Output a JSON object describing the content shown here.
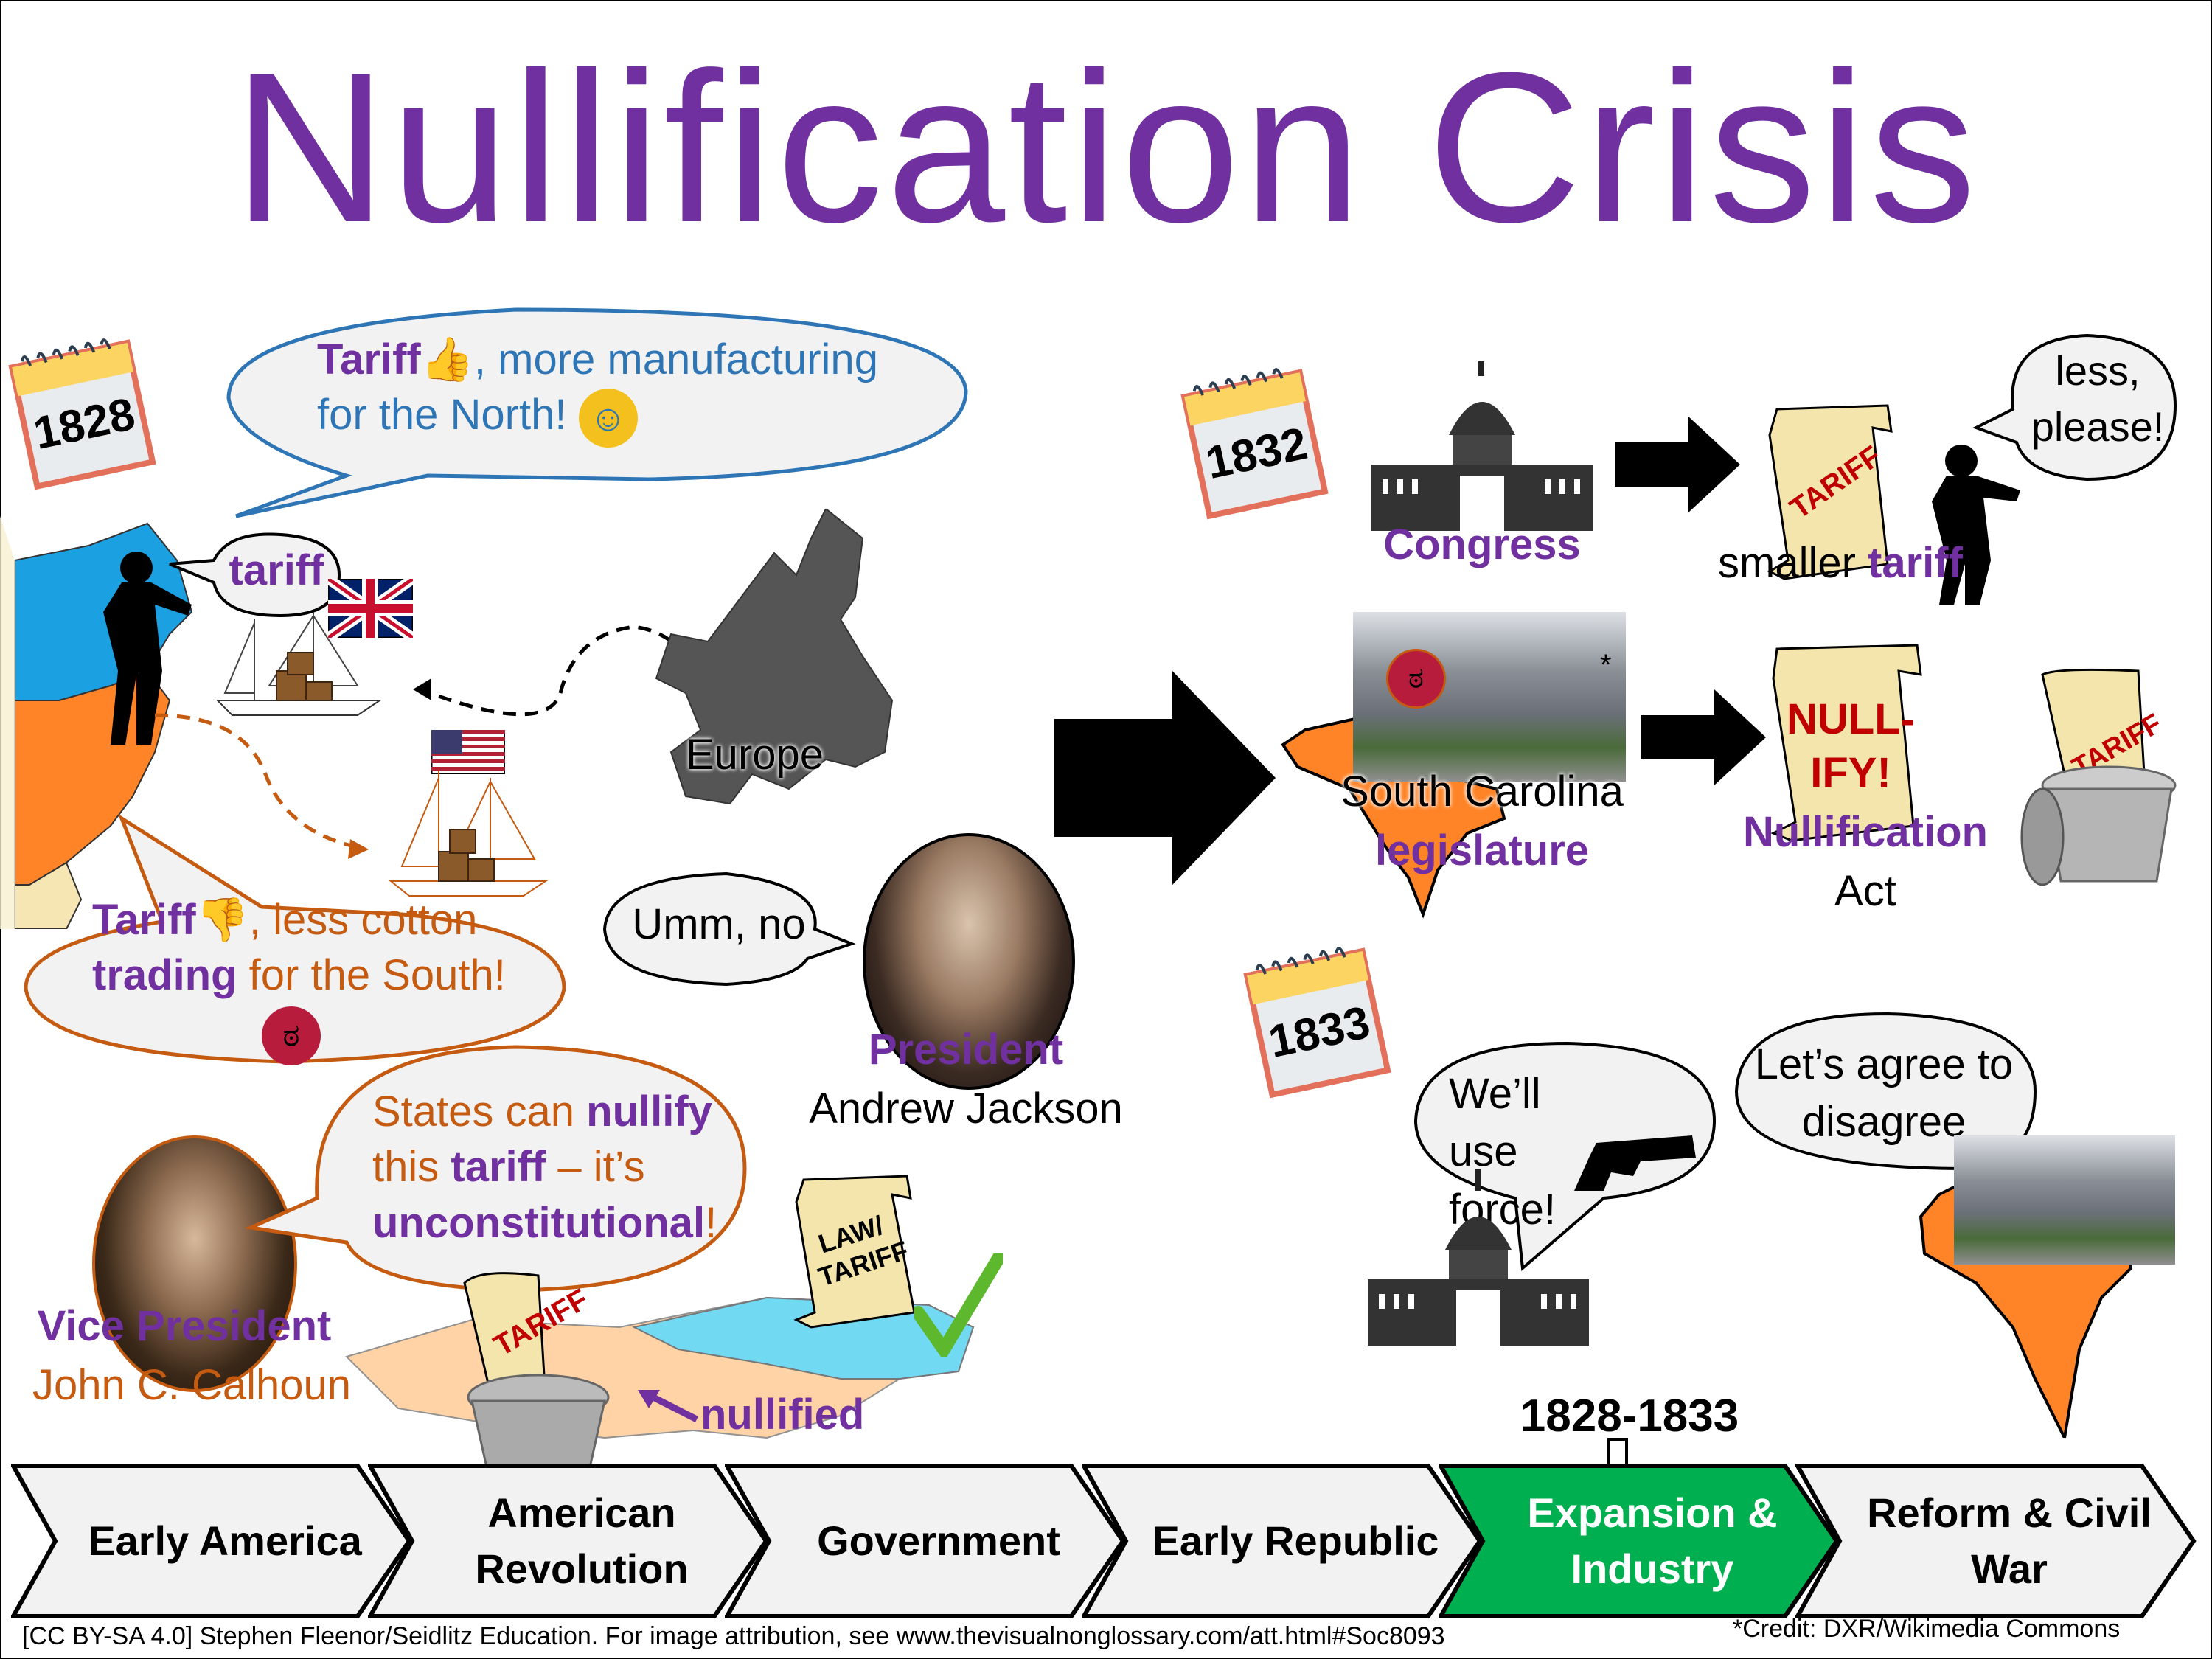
{
  "title": "Nullification Crisis",
  "colors": {
    "purple": "#7030A0",
    "blue": "#2E75B6",
    "orange": "#C55A11",
    "green": "#00B050",
    "chevron_gray": "#F2F2F2",
    "map_blue": "#1BA1E2",
    "map_orange": "#FF8427"
  },
  "left_panel": {
    "calendar_year": "1828",
    "north_bubble": {
      "bold": "Tariff",
      "icon": "thumbs-up-icon",
      "rest_line1": ", more manufacturing",
      "line2": "for the North!",
      "emoji": "grinning-face-icon"
    },
    "tariff_bubble": "tariff",
    "europe_label": "Europe",
    "south_bubble": {
      "bold1": "Tariff",
      "icon": "thumbs-down-icon",
      "rest_line1": ", less cotton",
      "bold2": "trading",
      "rest_line2": " for the South!",
      "emoji": "angry-face-icon"
    },
    "jackson_bubble": "Umm, no",
    "jackson_title": "President",
    "jackson_name": "Andrew Jackson",
    "calhoun_bubble": {
      "p1": "States can ",
      "b1": "nullify",
      "p2": "this ",
      "b2": "tariff",
      "p3": " – it’s",
      "b3": "unconstitutional",
      "p4": "!"
    },
    "calhoun_title": "Vice President",
    "calhoun_name": "John C. Calhoun",
    "scroll_law": "LAW/ TARIFF",
    "scroll_trash": "TARIFF",
    "nullified_label": "nullified"
  },
  "right_panel": {
    "row1": {
      "calendar_year": "1832",
      "congress_label": "Congress",
      "scroll_text": "TARIFF",
      "smaller_prefix": "smaller ",
      "smaller_bold": "tariff",
      "bubble": "less, please!"
    },
    "row2": {
      "sc_label": "South Carolina",
      "sc_bold": "legislature",
      "asterisk": "*",
      "scroll_text": "NULL- IFY!",
      "act_bold": "Nullification",
      "act_rest": "Act",
      "trash_scroll": "TARIFF"
    },
    "row3": {
      "calendar_year": "1833",
      "force_bubble": "We’ll use force!",
      "agree_bubble": "Let’s agree to disagree"
    }
  },
  "timeline": {
    "range_label": "1828-1833",
    "items": [
      {
        "label": "Early America",
        "active": false
      },
      {
        "label": "American Revolution",
        "active": false
      },
      {
        "label": "Government",
        "active": false
      },
      {
        "label": "Early Republic",
        "active": false
      },
      {
        "label": "Expansion & Industry",
        "active": true
      },
      {
        "label": "Reform & Civil War",
        "active": false
      }
    ]
  },
  "footer": {
    "license": "[CC BY-SA 4.0] Stephen Fleenor/Seidlitz Education.  For image attribution, see www.thevisualnonglossary.com/att.html#Soc8093",
    "credit": "*Credit: DXR/Wikimedia Commons"
  }
}
